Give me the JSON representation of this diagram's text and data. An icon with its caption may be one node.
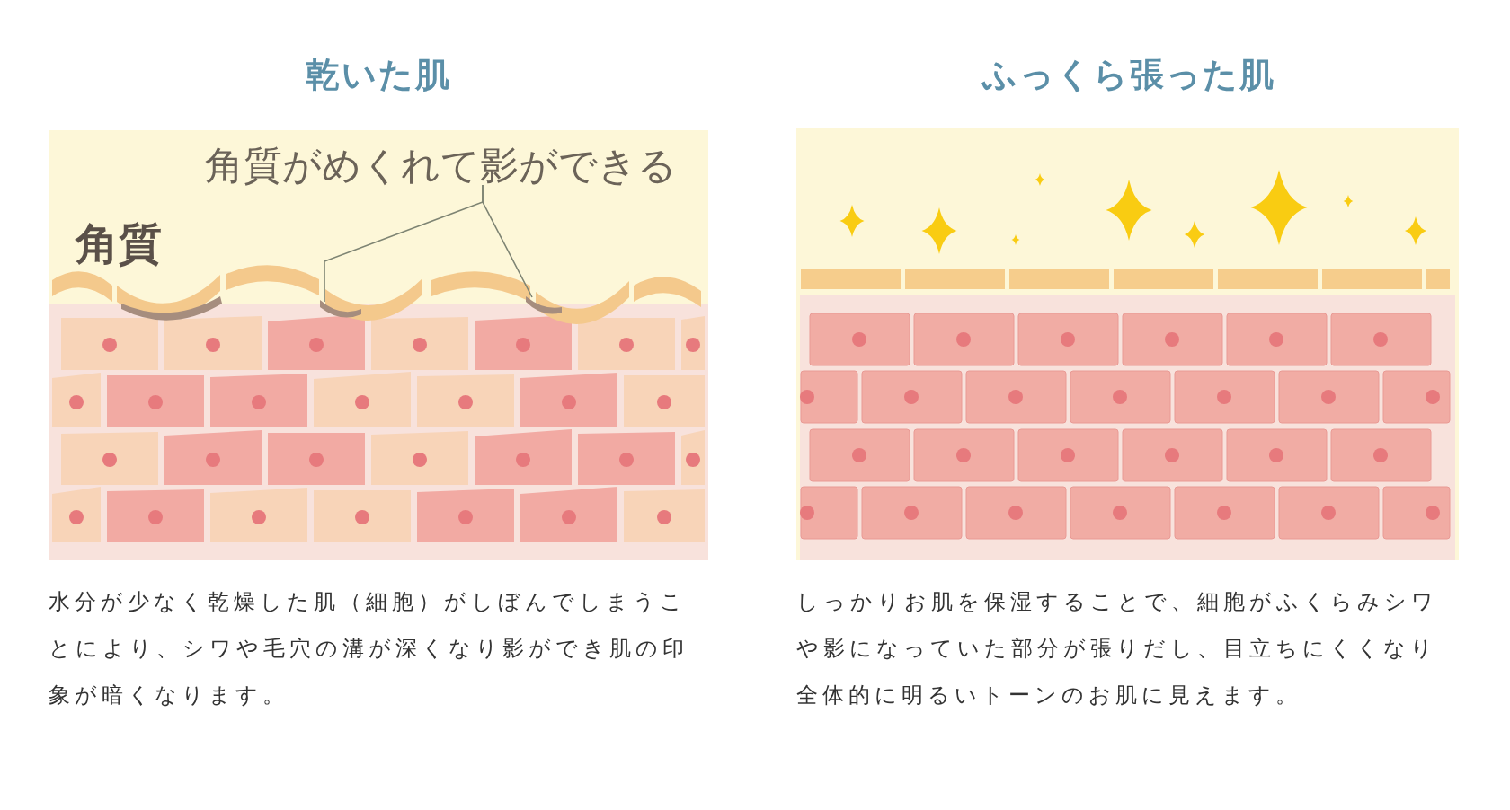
{
  "diagram": {
    "nodes": [
      {
        "text": [
          "角質がめくれて影ができる"
        ]
      },
      {
        "text": [],
        "shape": "picture"
      },
      {
        "text": [],
        "shape": "picture"
      }
    ],
    "edges": [
      {
        "from": 0,
        "to": 1,
        "arrow": "none"
      },
      {
        "from": 0,
        "to": 2,
        "arrow": "none"
      }
    ],
    "labels": [
      "乾いた肌",
      "角質",
      "水分が少なく乾燥した肌（細胞）がしぼんでしまうことにより、シワや毛穴の溝が深くなり影ができ肌の印象が暗くなります。",
      "ふっくら張った肌",
      "しっかりお肌を保湿することで、細胞がふくらみシワや影になっていた部分が張りだし、目立ちにくくなり全体的に明るいトーンのお肌に見えます。"
    ]
  }
}
